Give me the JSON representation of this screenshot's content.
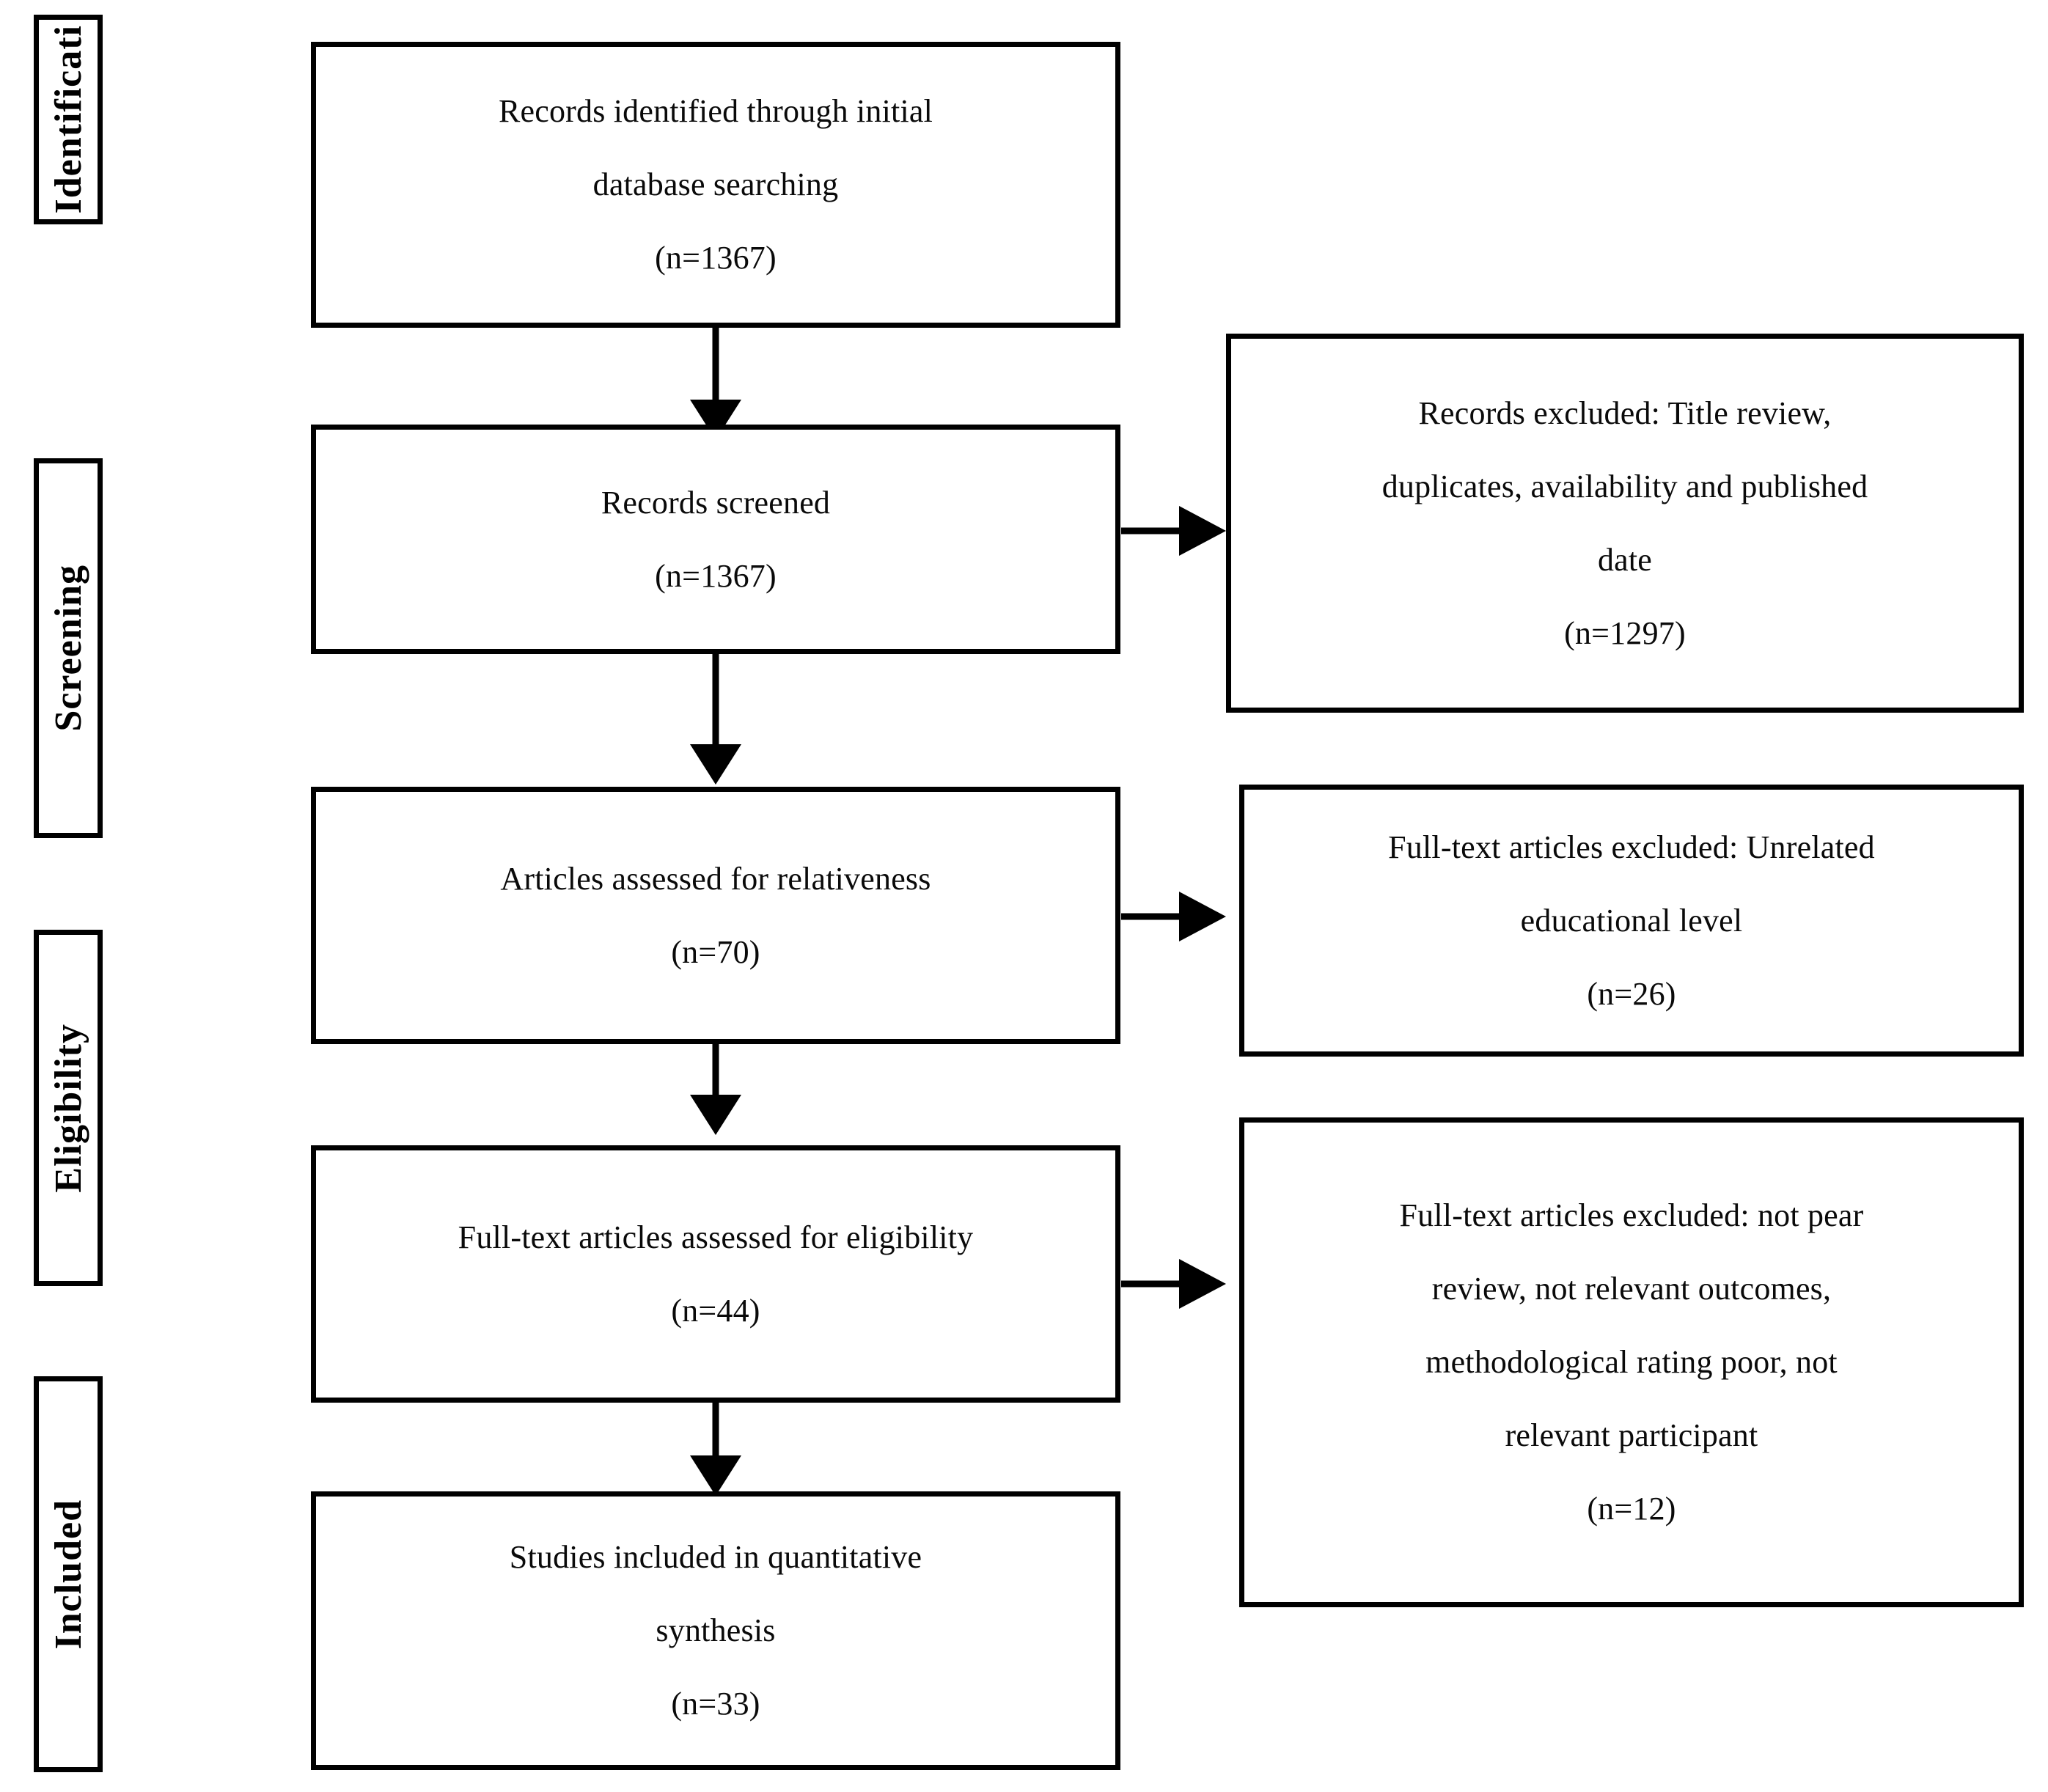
{
  "diagram": {
    "type": "prisma-flow-diagram",
    "background_color": "#ffffff",
    "line_color": "#000000",
    "text_color": "#0a0a0a"
  },
  "stages": [
    {
      "label": "Identificati"
    },
    {
      "label": "Screening"
    },
    {
      "label": "Eligibility"
    },
    {
      "label": "Included"
    }
  ],
  "flow_boxes": [
    {
      "id": "records-identified",
      "lines": [
        "Records identified through initial",
        "database searching",
        "(n=1367)"
      ],
      "count": 1367
    },
    {
      "id": "records-screened",
      "lines": [
        "Records screened",
        "(n=1367)"
      ],
      "count": 1367
    },
    {
      "id": "articles-assessed-relativeness",
      "lines": [
        "Articles assessed for relativeness",
        "(n=70)"
      ],
      "count": 70
    },
    {
      "id": "fulltext-assessed-eligibility",
      "lines": [
        "Full-text articles assessed for eligibility",
        "(n=44)"
      ],
      "count": 44
    },
    {
      "id": "studies-included-synthesis",
      "lines": [
        "Studies included in quantitative",
        "synthesis",
        "(n=33)"
      ],
      "count": 33
    }
  ],
  "exclusion_boxes": [
    {
      "id": "records-excluded",
      "lines": [
        "Records excluded: Title review,",
        "duplicates, availability and published",
        "date",
        "(n=1297)"
      ],
      "count": 1297
    },
    {
      "id": "fulltext-excluded-unrelated-level",
      "lines": [
        "Full-text articles excluded: Unrelated",
        "educational level",
        "(n=26)"
      ],
      "count": 26
    },
    {
      "id": "fulltext-excluded-multiple-reasons",
      "lines": [
        "Full-text articles excluded: not pear",
        "review, not relevant outcomes,",
        "methodological rating poor, not",
        "relevant participant",
        "(n=12)"
      ],
      "count": 12
    }
  ]
}
